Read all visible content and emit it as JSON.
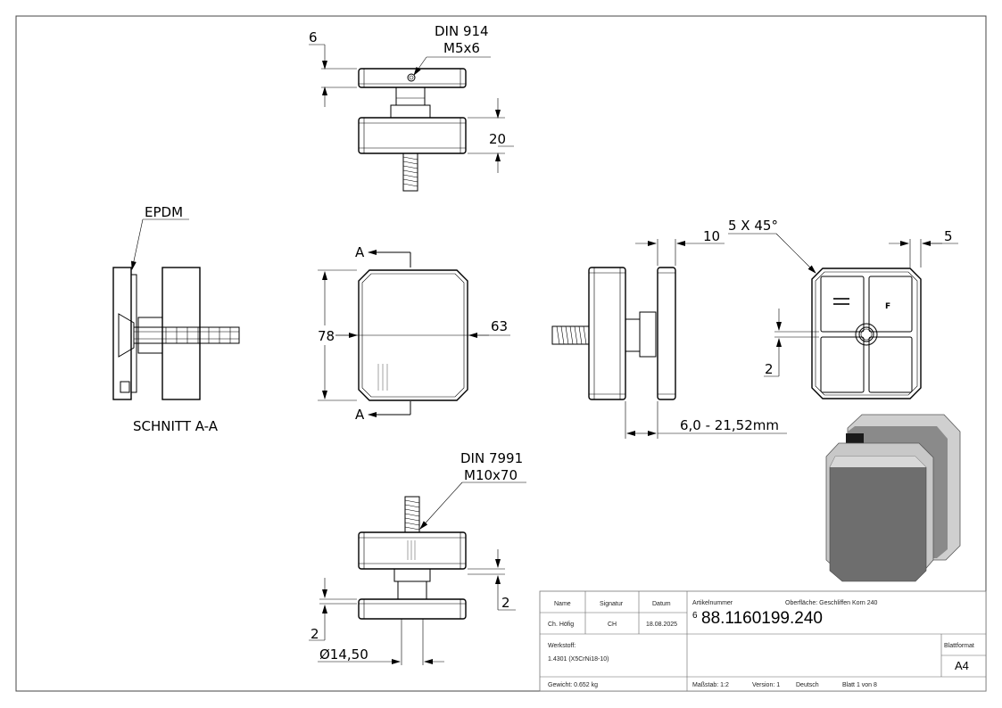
{
  "annotations": {
    "top_dim_6": "6",
    "din914_line1": "DIN 914",
    "din914_line2": "M5x6",
    "dim_20": "20",
    "epdm": "EPDM",
    "section_title": "SCHNITT A-A",
    "section_a_top": "A",
    "section_a_bottom": "A",
    "dim_78": "78",
    "dim_63": "63",
    "dim_10": "10",
    "chamfer": "5 X 45°",
    "dim_5": "5",
    "dim_2_right": "2",
    "range": "6,0 - 21,52mm",
    "din7991_line1": "DIN 7991",
    "din7991_line2": "M10x70",
    "dim_2_bottom_right": "2",
    "dim_2_bottom_left": "2",
    "diameter": "Ø14,50",
    "plate_mark": "F"
  },
  "title_block": {
    "col_name": "Name",
    "col_signatur": "Signatur",
    "col_datum": "Datum",
    "name_value": "Ch. Höfig",
    "signatur_value": "CH",
    "datum_value": "18.08.2025",
    "artikel_label": "Artikelnummer",
    "artikel_prefix": "6",
    "artikel_value": "88.1160199.240",
    "oberflaeche": "Oberfläche: Geschliffen Korn 240",
    "werkstoff_label": "Werkstoff:",
    "werkstoff_value": "1.4301 (X5CrNi18-10)",
    "blattformat_label": "Blattformat",
    "blattformat_value": "A4",
    "gewicht": "Gewicht: 0.652 kg",
    "massstab": "Maßstab: 1:2",
    "version": "Version: 1",
    "sprache": "Deutsch",
    "blatt": "Blatt 1 von 8"
  },
  "colors": {
    "line": "#000000",
    "render_face": "#6e6e6e",
    "render_edge": "#c8c8c8",
    "gasket": "#1a1a1a"
  }
}
